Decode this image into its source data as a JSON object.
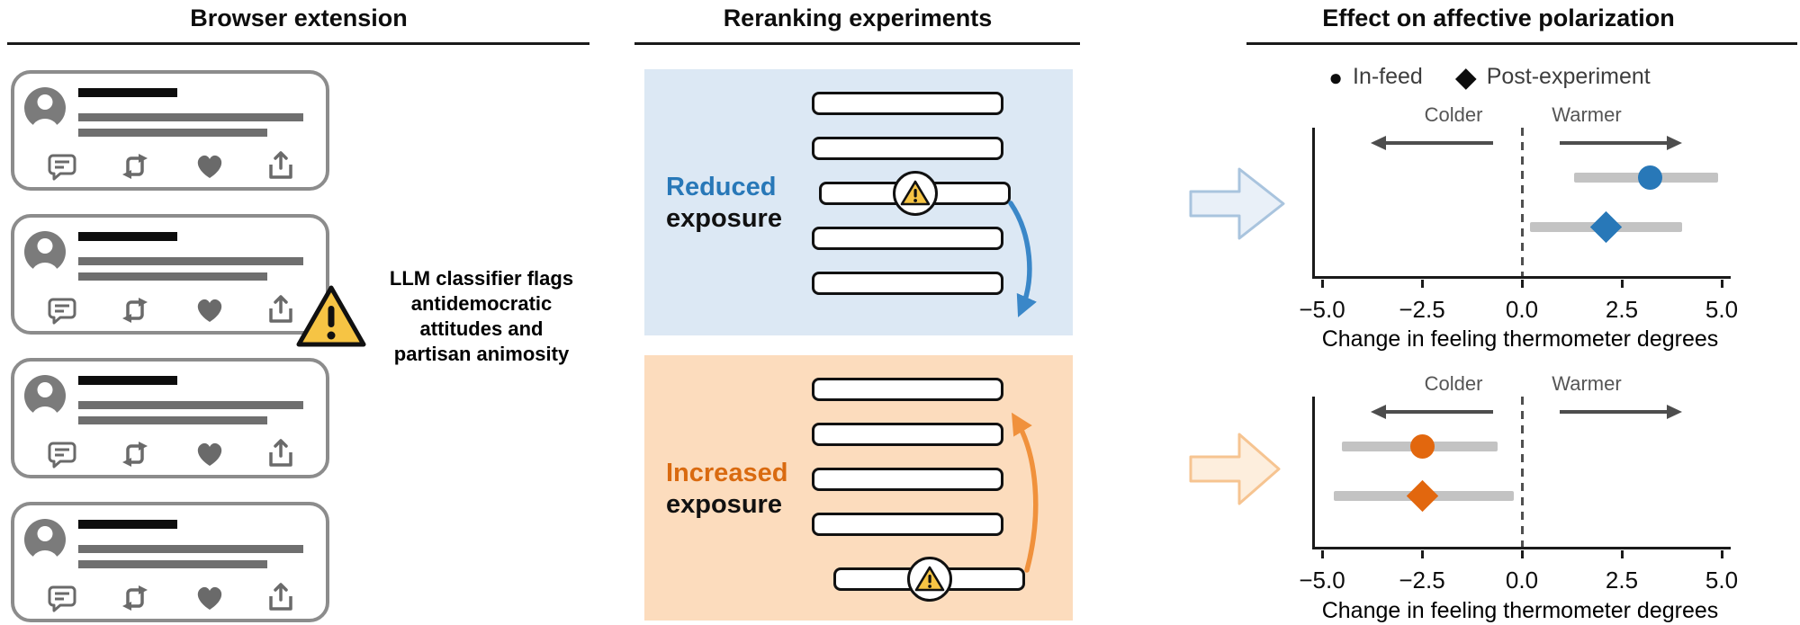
{
  "panels": {
    "browser_extension": {
      "title": "Browser extension",
      "post_count": 4,
      "post_icons": [
        "comment-icon",
        "retweet-icon",
        "heart-icon",
        "share-icon"
      ],
      "flag_icon": "warning-triangle",
      "annotation_lines": [
        "LLM classifier flags",
        "antidemocratic",
        "attitudes and",
        "partisan animosity"
      ]
    },
    "reranking": {
      "title": "Reranking experiments",
      "conditions": [
        {
          "id": "reduced",
          "label_highlight": "Reduced",
          "label_rest": "exposure",
          "highlight_color": "#2878b8",
          "background": "#dce8f4",
          "feed_items": 5,
          "flagged_position": 3,
          "move_direction": "down"
        },
        {
          "id": "increased",
          "label_highlight": "Increased",
          "label_rest": "exposure",
          "highlight_color": "#d96a10",
          "background": "#fcdcbd",
          "feed_items": 5,
          "flagged_position": 5,
          "move_direction": "up"
        }
      ]
    },
    "effect": {
      "title": "Effect on affective polarization",
      "legend": [
        {
          "marker": "circle",
          "label": "In-feed"
        },
        {
          "marker": "diamond",
          "label": "Post-experiment"
        }
      ]
    }
  },
  "chart_data": [
    {
      "type": "scatter",
      "subtitle": "Reduced exposure",
      "xlabel": "Change in feeling thermometer degrees",
      "xlim": [
        -5,
        5
      ],
      "zero_line": 0,
      "grid": false,
      "annotations": {
        "left": "Colder",
        "right": "Warmer"
      },
      "color": "#2878b8",
      "ci_color": "#c3c3c3",
      "xticks": [
        {
          "v": -5,
          "label": "−5.0"
        },
        {
          "v": -2.5,
          "label": "−2.5"
        },
        {
          "v": 0,
          "label": "0.0"
        },
        {
          "v": 2.5,
          "label": "2.5"
        },
        {
          "v": 5,
          "label": "5.0"
        }
      ],
      "series": [
        {
          "name": "In-feed",
          "marker": "circle",
          "value": 3.2,
          "ci": [
            1.3,
            4.9
          ]
        },
        {
          "name": "Post-experiment",
          "marker": "diamond",
          "value": 2.1,
          "ci": [
            0.2,
            4.0
          ]
        }
      ]
    },
    {
      "type": "scatter",
      "subtitle": "Increased exposure",
      "xlabel": "Change in feeling thermometer degrees",
      "xlim": [
        -5,
        5
      ],
      "zero_line": 0,
      "grid": false,
      "annotations": {
        "left": "Colder",
        "right": "Warmer"
      },
      "color": "#e2670e",
      "ci_color": "#c3c3c3",
      "xticks": [
        {
          "v": -5,
          "label": "−5.0"
        },
        {
          "v": -2.5,
          "label": "−2.5"
        },
        {
          "v": 0,
          "label": "0.0"
        },
        {
          "v": 2.5,
          "label": "2.5"
        },
        {
          "v": 5,
          "label": "5.0"
        }
      ],
      "series": [
        {
          "name": "In-feed",
          "marker": "circle",
          "value": -2.5,
          "ci": [
            -4.5,
            -0.6
          ]
        },
        {
          "name": "Post-experiment",
          "marker": "diamond",
          "value": -2.5,
          "ci": [
            -4.7,
            -0.2
          ]
        }
      ]
    }
  ]
}
